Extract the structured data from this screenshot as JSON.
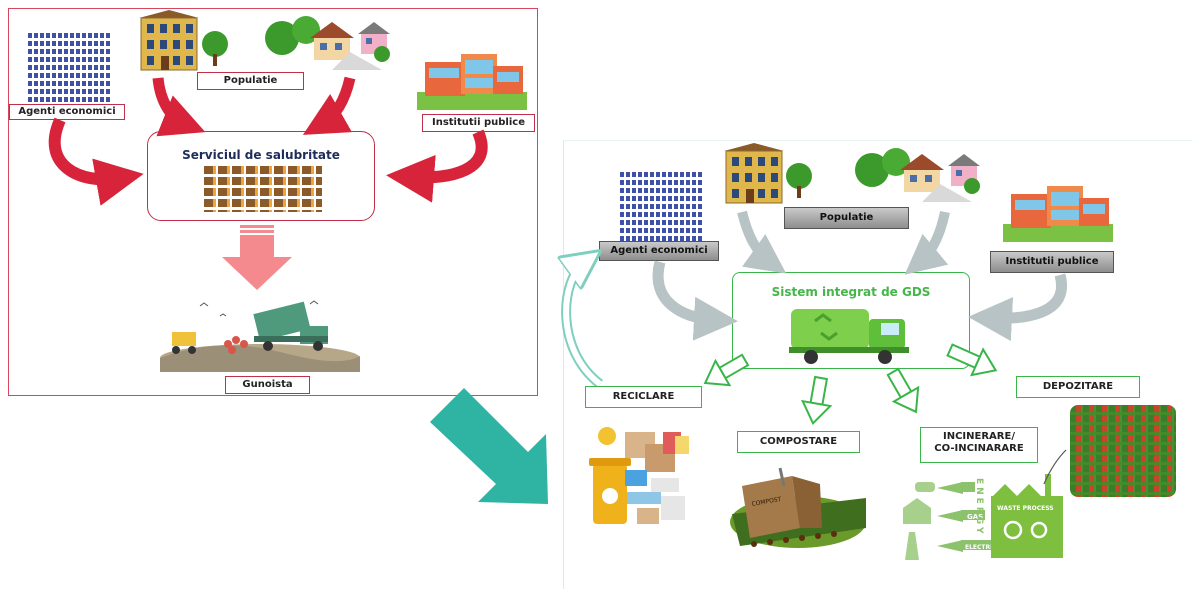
{
  "left_panel": {
    "agenti": "Agenti economici",
    "populatie": "Populatie",
    "institutii": "Institutii publice",
    "serviciu": "Serviciul de salubritate",
    "gunoista": "Gunoista"
  },
  "right_panel": {
    "agenti": "Agenti economici",
    "populatie": "Populatie",
    "institutii": "Institutii publice",
    "sistem": "Sistem integrat de GDS",
    "reciclare": "RECICLARE",
    "compostare": "COMPOSTARE",
    "incinerare_line1": "INCINERARE/",
    "incinerare_line2": "CO-INCINARARE",
    "depozitare": "DEPOZITARE",
    "compost_label": "COMPOST",
    "energy_label": "ENERGY",
    "waste_process": "WASTE PROCESS",
    "gas": "GAS",
    "electricity": "ELECTRICITY"
  },
  "colors": {
    "red_arrow": "#d8243a",
    "pink_arrow": "#f48a8d",
    "teal_arrow": "#2fb3a3",
    "green": "#39b54a",
    "gray_arrow": "#b8c3c5"
  }
}
